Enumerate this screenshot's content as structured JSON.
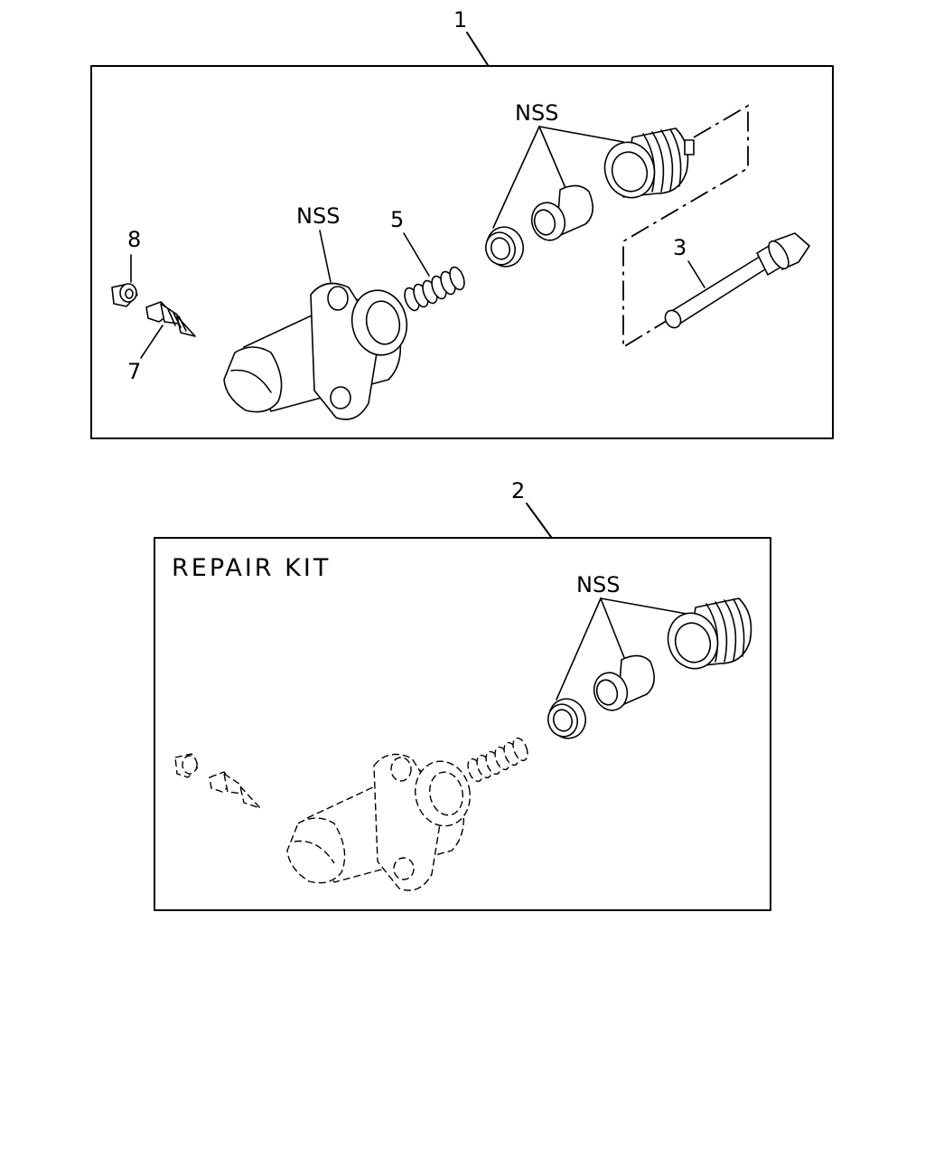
{
  "assembly": {
    "ref": "1",
    "callouts": {
      "nss_upper": "NSS",
      "nss_body": "NSS",
      "spring": "5",
      "pushrod": "3",
      "cap": "8",
      "bleeder": "7"
    }
  },
  "repair_kit": {
    "ref": "2",
    "title": "REPAIR KIT",
    "callouts": {
      "nss": "NSS"
    }
  }
}
